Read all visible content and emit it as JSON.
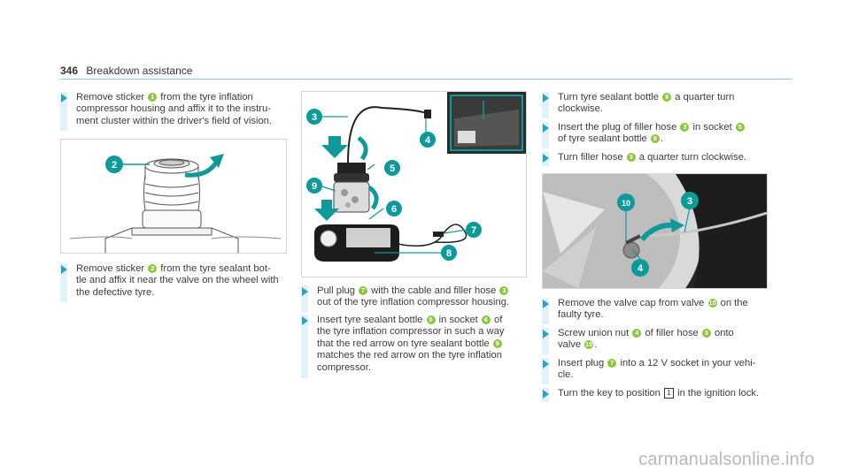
{
  "header": {
    "page_number": "346",
    "title": "Breakdown assistance"
  },
  "steps": {
    "s1": {
      "pre": "Remove sticker ",
      "n1": "1",
      "l1": " from the tyre inflation",
      "l2": "compressor housing and affix it to the instru-",
      "l3": "ment cluster within the driver's field of vision."
    },
    "s2": {
      "pre": "Remove sticker ",
      "n1": "2",
      "l1": " from the tyre sealant bot-",
      "l2": "tle and affix it near the valve on the wheel with",
      "l3": "the defective tyre."
    },
    "s3": {
      "pre": "Pull plug ",
      "n1": "7",
      "mid": " with the cable and filler hose ",
      "n2": "3",
      "l2": "out of the tyre inflation compressor housing."
    },
    "s4": {
      "pre": "Insert tyre sealant bottle ",
      "n1": "9",
      "mid": " in socket ",
      "n2": "6",
      "post": " of",
      "l2": "the tyre inflation compressor in such a way",
      "l3pre": "that the red arrow on tyre sealant bottle ",
      "n3": "9",
      "l4": "matches the red arrow on the tyre inflation",
      "l5": "compressor."
    },
    "s5": {
      "pre": "Turn tyre sealant bottle ",
      "n1": "9",
      "l1": " a quarter turn",
      "l2": "clockwise."
    },
    "s6": {
      "pre": "Insert the plug of filler hose ",
      "n1": "3",
      "mid": " in socket ",
      "n2": "5",
      "l2pre": "of tyre sealant bottle ",
      "n3": "9",
      "l2post": "."
    },
    "s7": {
      "pre": "Turn filler hose ",
      "n1": "3",
      "l1": " a quarter turn clockwise."
    },
    "s8": {
      "pre": "Remove the valve cap from valve ",
      "n1": "10",
      "l1": " on the",
      "l2": "faulty tyre."
    },
    "s9": {
      "pre": "Screw union nut ",
      "n1": "4",
      "mid": " of filler hose ",
      "n2": "3",
      "l1": " onto",
      "l2pre": "valve ",
      "n3": "10",
      "l2post": "."
    },
    "s10": {
      "pre": "Insert plug ",
      "n1": "7",
      "l1": " into a 12 V socket in your vehi-",
      "l2": "cle."
    },
    "s11": {
      "pre": "Turn the key to position ",
      "pos": "1",
      "l1": " in the ignition lock."
    }
  },
  "figures": {
    "fig1": {
      "callouts": [
        "2"
      ]
    },
    "fig2": {
      "callouts": [
        "3",
        "4",
        "5",
        "9",
        "6",
        "7",
        "8"
      ]
    },
    "fig3": {
      "callouts": [
        "10",
        "3",
        "4"
      ]
    }
  },
  "watermark": "carmanualsonline.info",
  "colors": {
    "accent": "#2aa2c8",
    "callout": "#0e9a9a",
    "marker": "#8cc63f",
    "rule": "#7fd0e6"
  }
}
